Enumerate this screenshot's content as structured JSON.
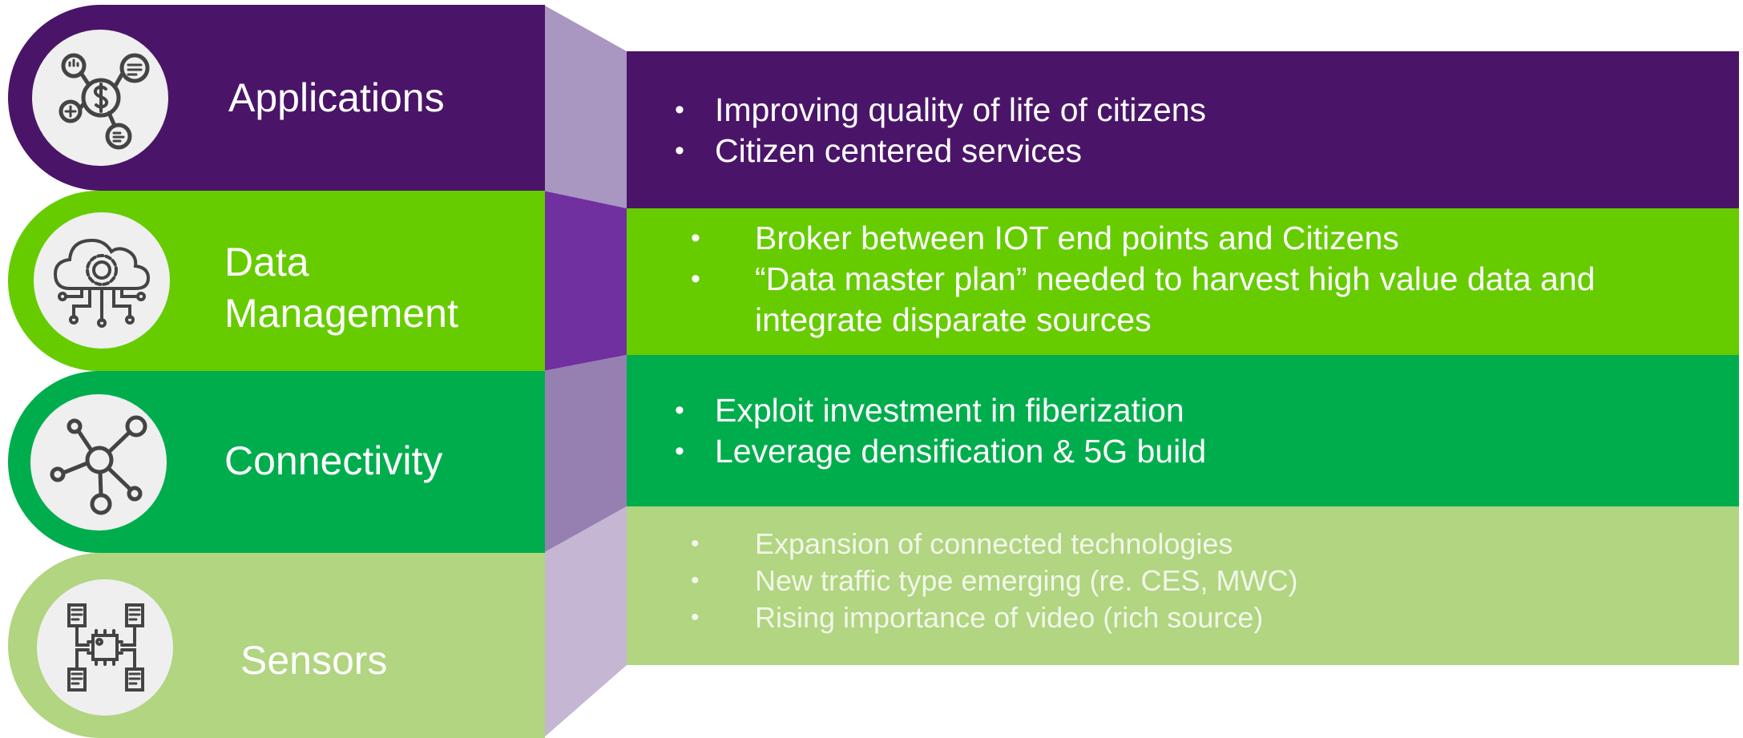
{
  "colors": {
    "applications": "#4a1568",
    "data_management": "#66cc00",
    "connectivity": "#00ad4d",
    "sensors": "#b1d580",
    "connector_applications": "#a996c1",
    "connector_data": "#7030a0",
    "connector_connectivity": "#9580b1",
    "connector_sensors": "#c5b6d4"
  },
  "layers": [
    {
      "label": "Applications",
      "icon": "finance-network-icon",
      "bullets": [
        "Improving quality of life of citizens",
        "Citizen centered services"
      ]
    },
    {
      "label": "Data\nManagement",
      "icon": "cloud-data-icon",
      "bullets": [
        "Broker between IOT end points and Citizens",
        "“Data master plan” needed to harvest high value data and integrate disparate sources"
      ]
    },
    {
      "label": "Connectivity",
      "icon": "network-hub-icon",
      "bullets": [
        "Exploit investment in fiberization",
        "Leverage densification & 5G build"
      ]
    },
    {
      "label": "Sensors",
      "icon": "chip-sensor-icon",
      "bullets": [
        "Expansion of connected technologies",
        "New traffic type emerging (re. CES, MWC)",
        "Rising importance of video (rich source)"
      ]
    }
  ],
  "bullet_symbol": "•"
}
